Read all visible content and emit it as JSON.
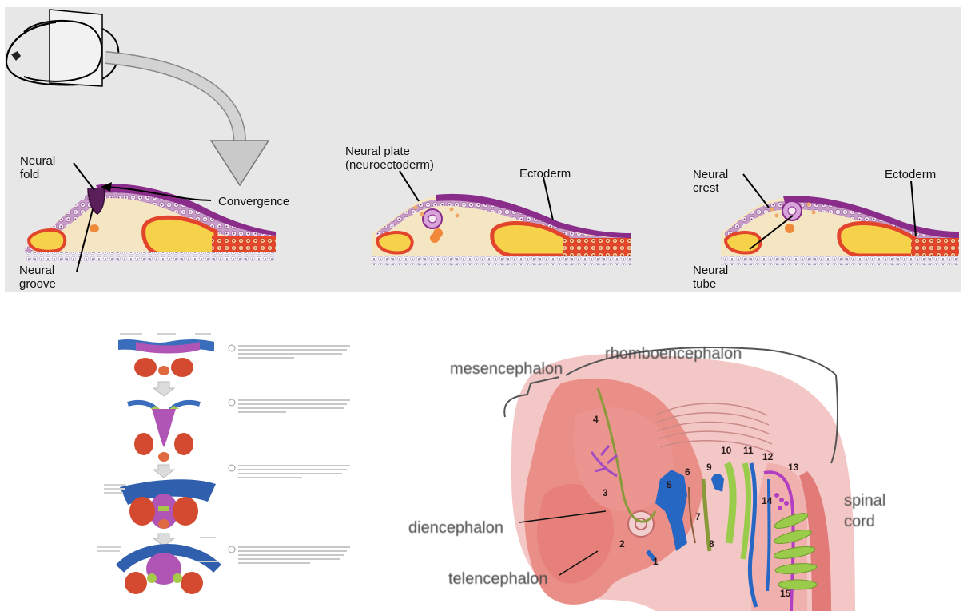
{
  "top_panel": {
    "stage1": {
      "label_neural_fold": "Neural\nfold",
      "label_convergence": "Convergence",
      "label_neural_groove": "Neural\ngroove"
    },
    "stage2": {
      "label_neural_plate": "Neural plate\n(neuroectoderm)",
      "label_ectoderm": "Ectoderm"
    },
    "stage3": {
      "label_neural_crest": "Neural\ncrest",
      "label_ectoderm": "Ectoderm",
      "label_neural_tube": "Neural\ntube"
    }
  },
  "embryo_diagram": {
    "regions": {
      "rhombencephalon": "rhomboencephalon",
      "mesencephalon": "mesencephalon",
      "diencephalon": "diencephalon",
      "telencephalon": "telencephalon",
      "spinal_cord": "spinal\ncord"
    },
    "nerve_numbers": [
      "1",
      "2",
      "3",
      "4",
      "5",
      "6",
      "7",
      "8",
      "9",
      "10",
      "11",
      "12",
      "13",
      "14",
      "15"
    ]
  },
  "colors": {
    "panel_bg": "#e7e7e7",
    "ectoderm_purple": "#8a2c8a",
    "mesoderm_cream": "#f6e6c2",
    "embryo_pink": "#ea8f88",
    "nerve_green": "#9acb4a",
    "nerve_blue": "#2767c4",
    "nerve_magenta": "#b23ec2"
  }
}
